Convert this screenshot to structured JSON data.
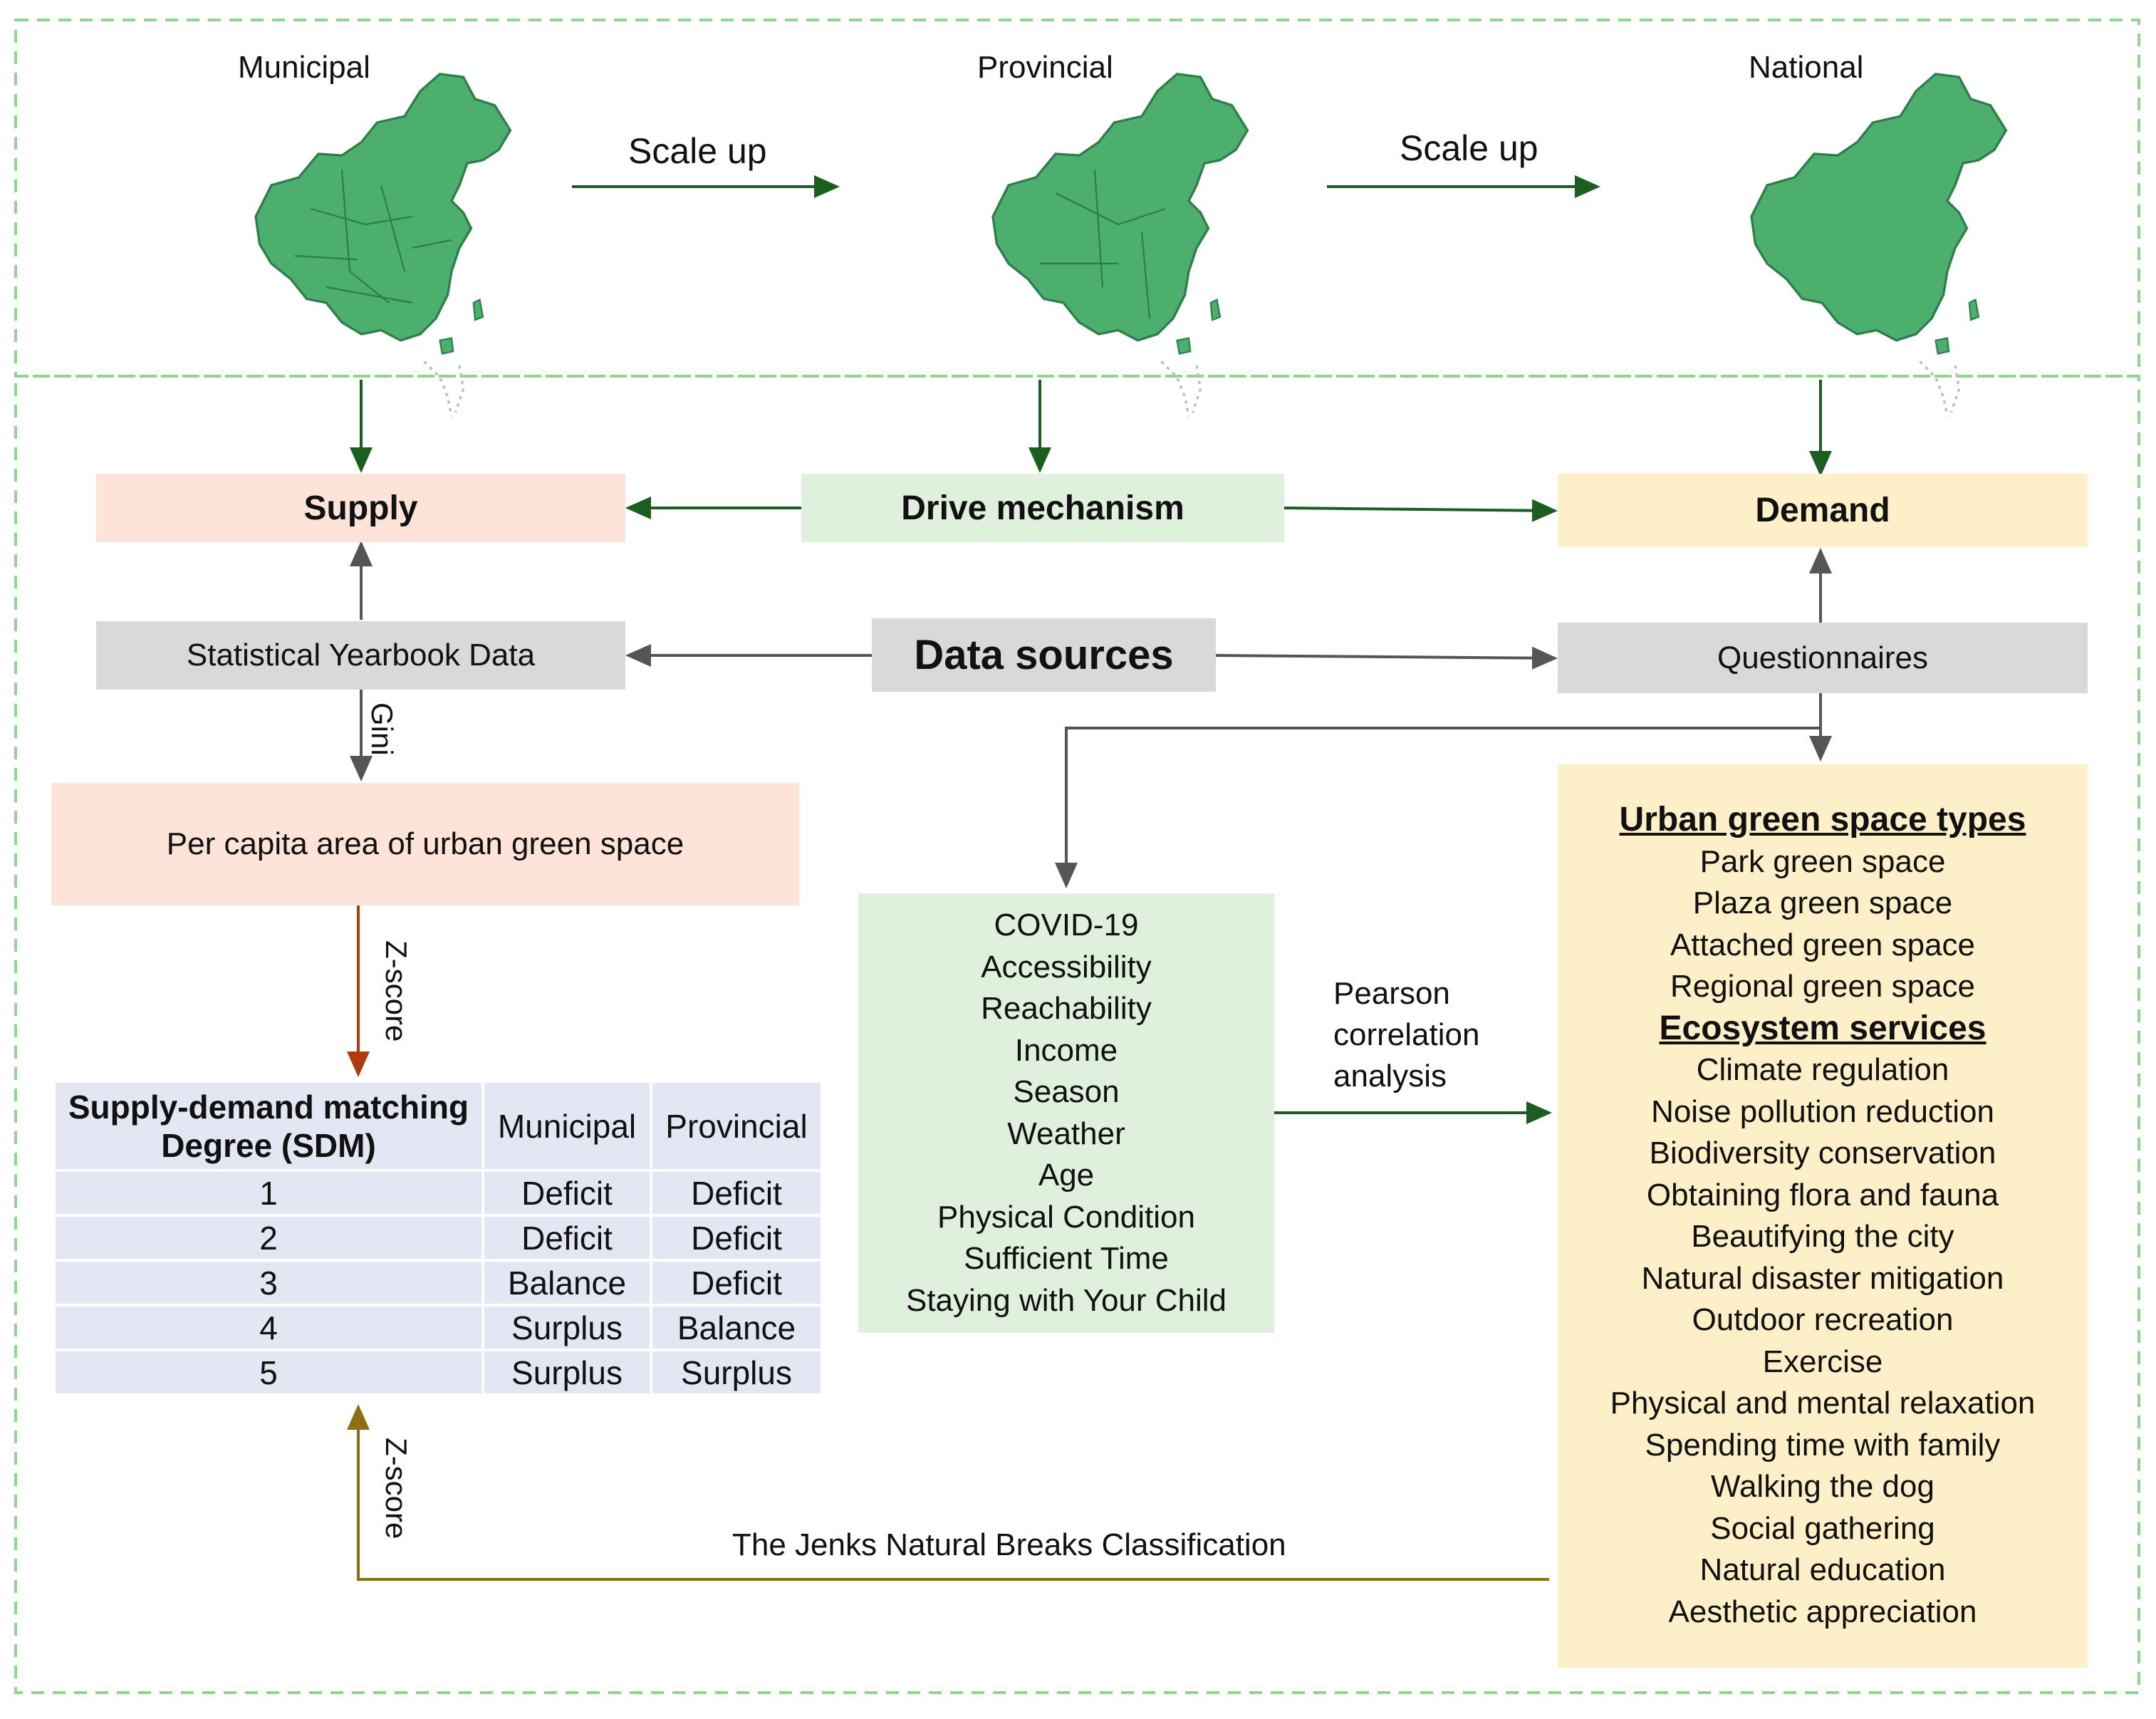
{
  "colors": {
    "dark_green": "#1b5e20",
    "map_green": "#4caf6e",
    "grey_arrow": "#555555",
    "red_arrow": "#b23a10",
    "gold_arrow": "#8d6e12",
    "dashed_border": "#8fd48f",
    "supply_fill": "#fde3d8",
    "demand_fill": "#fdefc8",
    "green_fill": "#dff1dc",
    "grey_fill": "#d9d9d9",
    "table_fill": "#e3e7f3"
  },
  "scales": {
    "municipal": "Municipal",
    "provincial": "Provincial",
    "national": "National",
    "scale_up_1": "Scale up",
    "scale_up_2": "Scale up"
  },
  "nodes": {
    "supply": "Supply",
    "drive_mechanism": "Drive mechanism",
    "demand": "Demand",
    "statistical_yearbook": "Statistical Yearbook Data",
    "data_sources": "Data sources",
    "questionnaires": "Questionnaires",
    "per_capita": "Per capita area of urban green space"
  },
  "edge_labels": {
    "gini": "Gini",
    "zscore_top": "Z-score",
    "zscore_bottom": "Z-score",
    "pearson": [
      "Pearson",
      "correlation",
      "analysis"
    ],
    "jenks": "The Jenks Natural Breaks Classification"
  },
  "factors": [
    "COVID-19",
    "Accessibility",
    "Reachability",
    "Income",
    "Season",
    "Weather",
    "Age",
    "Physical Condition",
    "Sufficient Time",
    "Staying with Your Child"
  ],
  "demand_panel": {
    "types_heading": "Urban green space types",
    "types": [
      "Park green space",
      "Plaza green space",
      "Attached green space",
      "Regional green space"
    ],
    "services_heading": "Ecosystem services",
    "services": [
      "Climate regulation",
      "Noise pollution reduction",
      "Biodiversity conservation",
      "Obtaining flora and fauna",
      "Beautifying the city",
      "Natural disaster mitigation",
      "Outdoor recreation",
      "Exercise",
      "Physical and mental relaxation",
      "Spending time with family",
      "Walking the dog",
      "Social gathering",
      "Natural education",
      "Aesthetic appreciation"
    ]
  },
  "sdm_table": {
    "headers": [
      "Supply-demand matching Degree (SDM)",
      "Municipal",
      "Provincial"
    ],
    "rows": [
      [
        "1",
        "Deficit",
        "Deficit"
      ],
      [
        "2",
        "Deficit",
        "Deficit"
      ],
      [
        "3",
        "Balance",
        "Deficit"
      ],
      [
        "4",
        "Surplus",
        "Balance"
      ],
      [
        "5",
        "Surplus",
        "Surplus"
      ]
    ]
  }
}
